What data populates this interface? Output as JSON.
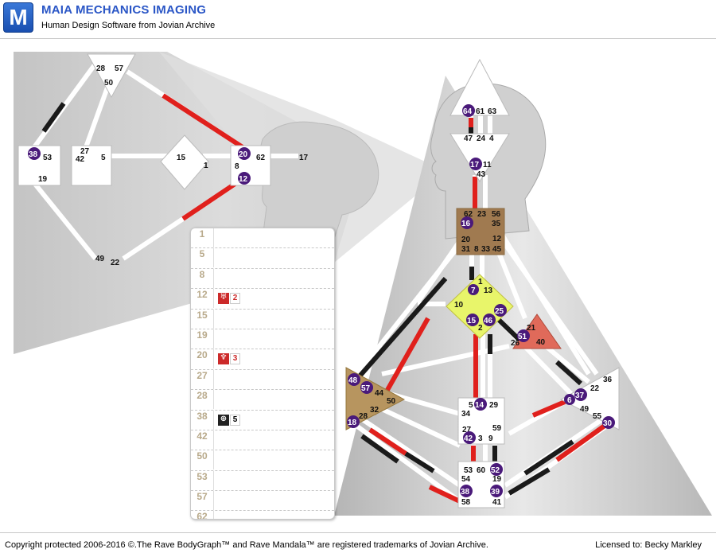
{
  "header": {
    "logo_letter": "M",
    "title": "MAIA MECHANICS IMAGING",
    "subtitle": "Human Design Software from Jovian Archive"
  },
  "gate_list": [
    {
      "gate": "1"
    },
    {
      "gate": "5"
    },
    {
      "gate": "8"
    },
    {
      "gate": "12",
      "planet": "♅",
      "line": "2",
      "color": "red"
    },
    {
      "gate": "15"
    },
    {
      "gate": "19"
    },
    {
      "gate": "20",
      "planet": "♆",
      "line": "3",
      "color": "red"
    },
    {
      "gate": "27"
    },
    {
      "gate": "28"
    },
    {
      "gate": "38",
      "planet": "⊕",
      "line": "5",
      "color": "black"
    },
    {
      "gate": "42"
    },
    {
      "gate": "50"
    },
    {
      "gate": "53"
    },
    {
      "gate": "57"
    },
    {
      "gate": "62"
    }
  ],
  "zoom_gates": {
    "g28": "28",
    "g57": "57",
    "g50": "50",
    "g38": "38",
    "g53": "53",
    "g19": "19",
    "g27": "27",
    "g42": "42",
    "g5": "5",
    "g15": "15",
    "g1": "1",
    "g20": "20",
    "g62": "62",
    "g8": "8",
    "g12": "12",
    "g17": "17",
    "g49": "49",
    "g22": "22"
  },
  "bodygraph_gates": {
    "g64": "64",
    "g61": "61",
    "g63": "63",
    "g47": "47",
    "g24": "24",
    "g4": "4",
    "g17": "17",
    "g11": "11",
    "g43": "43",
    "g62": "62",
    "g23": "23",
    "g56": "56",
    "g16": "16",
    "g35": "35",
    "g20": "20",
    "g12": "12",
    "g31": "31",
    "g8": "8",
    "g33": "33",
    "g45": "45",
    "g1": "1",
    "g7": "7",
    "g13": "13",
    "g10": "10",
    "g25": "25",
    "g15": "15",
    "g46": "46",
    "g2": "2",
    "g21": "21",
    "g51": "51",
    "g26": "26",
    "g40": "40",
    "g48": "48",
    "g57": "57",
    "g44": "44",
    "g50": "50",
    "g32": "32",
    "g28": "28",
    "g18": "18",
    "g5": "5",
    "g14": "14",
    "g29": "29",
    "g34": "34",
    "g27": "27",
    "g59": "59",
    "g42": "42",
    "g3": "3",
    "g9": "9",
    "g53": "53",
    "g60": "60",
    "g52": "52",
    "g54": "54",
    "g19": "19",
    "g38": "38",
    "g39": "39",
    "g58": "58",
    "g41": "41",
    "g36": "36",
    "g6": "6",
    "g37": "37",
    "g22": "22",
    "g49": "49",
    "g55": "55",
    "g30": "30"
  },
  "footer": {
    "copyright": "Copyright protected 2006-2016 ©.The Rave BodyGraph™ and Rave Mandala™ are registered trademarks of Jovian Archive.",
    "license": "Licensed to: Becky Markley"
  },
  "colors": {
    "title_blue": "#2a56c6",
    "active_red": "#e0201c",
    "active_black": "#1a1a1a",
    "purple_gate": "#4a1a7a",
    "g_center_yellow": "#e8f56a",
    "spleen_tan": "#b7955f",
    "head_brown": "#a07a50",
    "ego_red": "#e06a5a"
  }
}
